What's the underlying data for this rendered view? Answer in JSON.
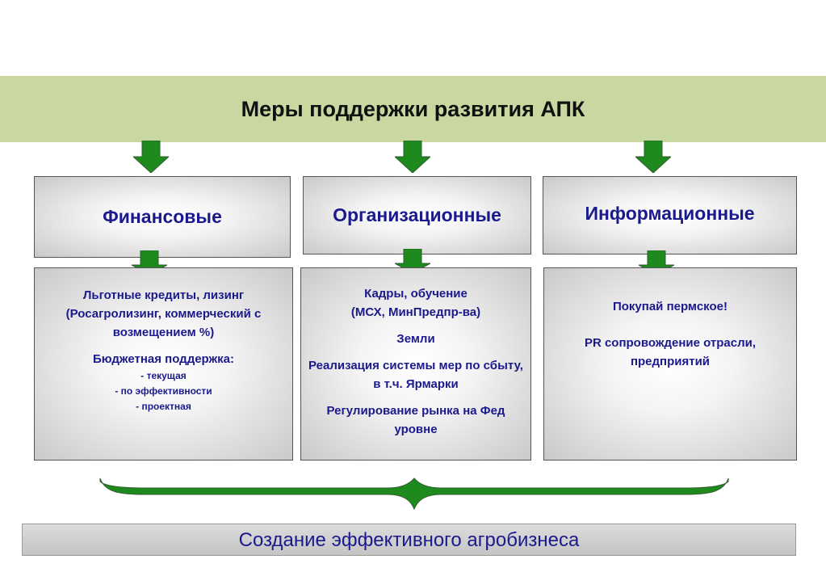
{
  "header": {
    "title": "Меры поддержки развития АПК"
  },
  "categories": [
    {
      "label": "Финансовые"
    },
    {
      "label": "Организационные"
    },
    {
      "label": "Информационные"
    }
  ],
  "details": {
    "financial": {
      "line1": "Льготные кредиты, лизинг",
      "line2": "(Росагролизинг, коммерческий с возмещением %)",
      "budget_title": "Бюджетная поддержка:",
      "budget_items": [
        "- текущая",
        "- по эффективности",
        "- проектная"
      ]
    },
    "organizational": {
      "line1": "Кадры, обучение",
      "line2": "(МСХ, МинПредпр-ва)",
      "line3": "Земли",
      "line4": "Реализация системы мер по сбыту, в т.ч. Ярмарки",
      "line5": "Регулирование рынка на Фед уровне"
    },
    "informational": {
      "line1": "Покупай пермское!",
      "line2": "PR сопровождение отрасли, предприятий"
    }
  },
  "result": {
    "label": "Создание эффективного агробизнеса"
  },
  "colors": {
    "arrow": "#1e8a1e",
    "brace": "#1e8a1e",
    "text": "#1a1a8c",
    "banner": "#c9d7a0"
  }
}
